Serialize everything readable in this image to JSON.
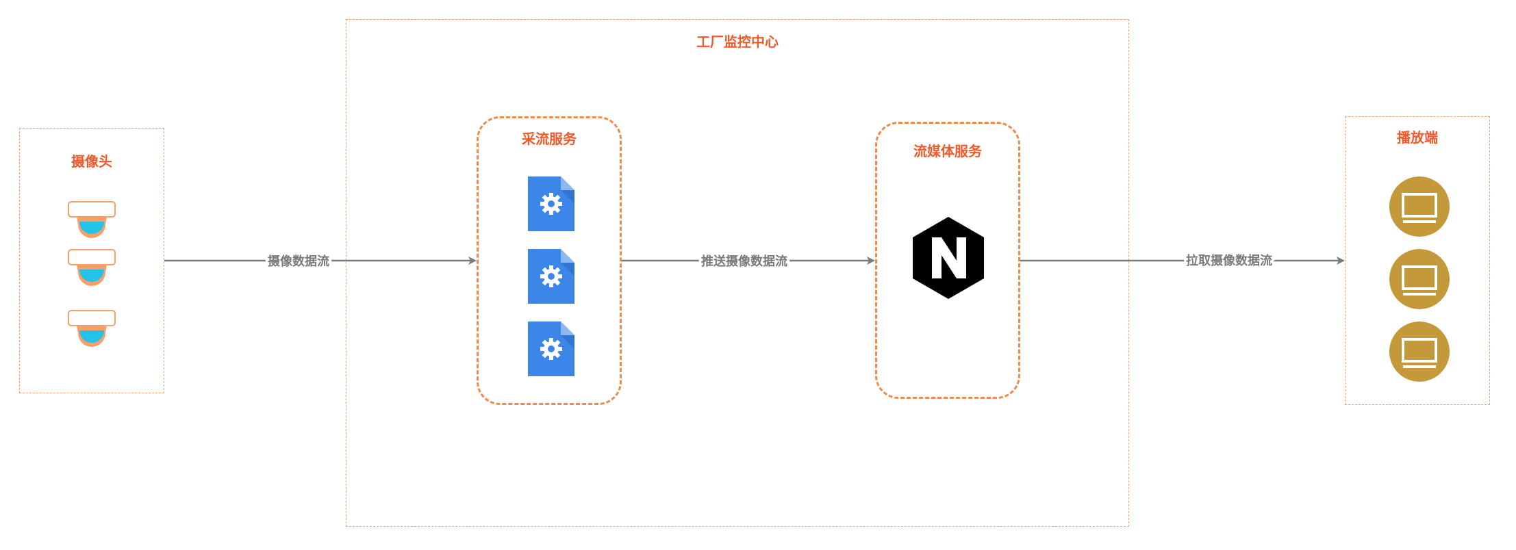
{
  "groups": {
    "camera": {
      "title": "摄像头"
    },
    "factory": {
      "title": "工厂监控中心"
    },
    "collector": {
      "title": "采流服务"
    },
    "media": {
      "title": "流媒体服务"
    },
    "player": {
      "title": "播放端"
    }
  },
  "edges": [
    {
      "label": "摄像数据流"
    },
    {
      "label": "推送摄像数据流"
    },
    {
      "label": "拉取摄像数据流"
    }
  ],
  "icons": {
    "camera": "dome-camera-icon",
    "service": "gear-document-icon",
    "media": "nginx-logo",
    "player": "monitor-icon"
  },
  "colors": {
    "title": "#f0592a",
    "dashed_border": "#f08a4b",
    "arrow": "#7a7a7a",
    "service_blue": "#3b86e8",
    "player_gold": "#c4993a",
    "camera_cyan": "#25c2e8",
    "camera_orange": "#f5a06a"
  }
}
